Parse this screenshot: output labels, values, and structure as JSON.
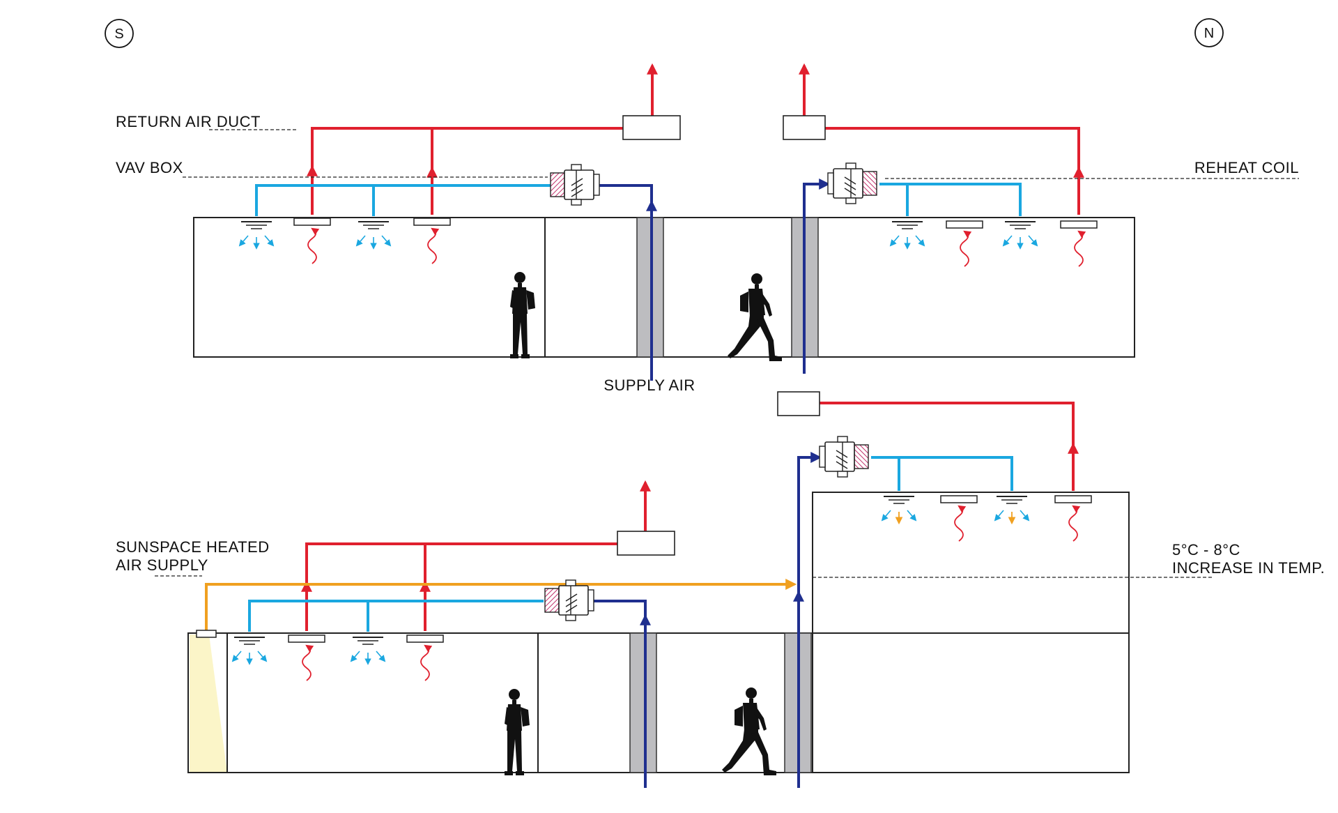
{
  "compass": {
    "south": "S",
    "north": "N"
  },
  "labels": {
    "return_air_duct": "RETURN AIR DUCT",
    "vav_box": "VAV BOX",
    "reheat_coil": "REHEAT COIL",
    "supply_air": "SUPPLY AIR",
    "sunspace_line1": "SUNSPACE HEATED",
    "sunspace_line2": "AIR SUPPLY",
    "temp_line1": "5°C - 8°C",
    "temp_line2": "INCREASE IN TEMP."
  },
  "colors": {
    "return_air": "#e0202e",
    "supply_air_light": "#1aa7e0",
    "supply_air_main": "#1f2f8f",
    "sunspace_air": "#f0a020",
    "shaft": "#bdbdc0",
    "sunspace_glazing": "#fbf5c8",
    "coil_hatch": "#c0306a"
  },
  "icons": {
    "person_standing": "person-standing-icon",
    "person_walking": "person-walking-icon",
    "vav_box": "vav-box-icon",
    "diffuser": "supply-diffuser-icon",
    "return_grille": "return-grille-icon"
  }
}
